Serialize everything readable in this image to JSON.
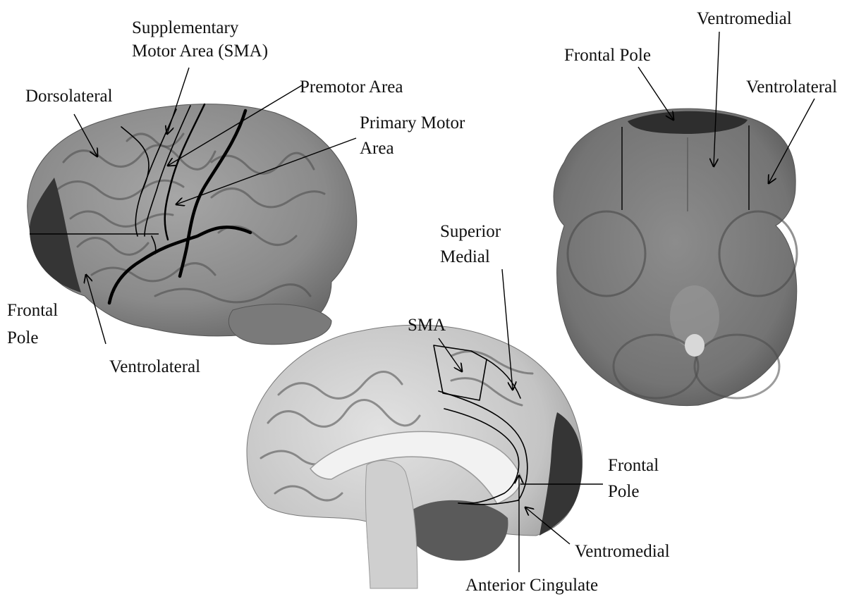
{
  "lateral_view": {
    "supplementary_label_line1": "Supplementary",
    "supplementary_label_line2": "Motor Area (SMA)",
    "dorsolateral_label": "Dorsolateral",
    "premotor_label": "Premotor Area",
    "primary_motor_line1": "Primary Motor",
    "primary_motor_line2": "Area",
    "frontal_pole_line1": "Frontal",
    "frontal_pole_line2": "Pole",
    "ventrolateral_label": "Ventrolateral"
  },
  "ventral_view": {
    "ventromedial_label": "Ventromedial",
    "frontal_pole_label": "Frontal Pole",
    "ventrolateral_label": "Ventrolateral"
  },
  "medial_view": {
    "superior_medial_line1": "Superior",
    "superior_medial_line2": "Medial",
    "sma_label": "SMA",
    "frontal_pole_line1": "Frontal",
    "frontal_pole_line2": "Pole",
    "ventromedial_label": "Ventromedial",
    "anterior_cingulate_label": "Anterior Cingulate"
  },
  "colors": {
    "background": "#ffffff",
    "brain_tissue": "#8f8f8f",
    "shaded_region": "#3c3c3c",
    "ink": "#000000"
  }
}
